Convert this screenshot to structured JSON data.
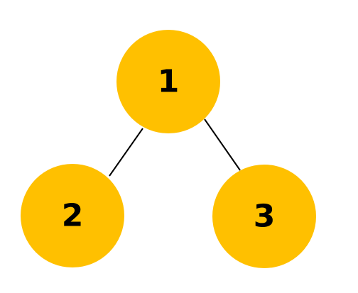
{
  "colors": {
    "background": "#ffffff",
    "node_fill": "#FFC000",
    "edge": "#000000",
    "label": "#000000"
  },
  "tree": {
    "nodes": [
      {
        "id": "1",
        "label": "1"
      },
      {
        "id": "2",
        "label": "2"
      },
      {
        "id": "3",
        "label": "3"
      }
    ],
    "edges": [
      {
        "from": "1",
        "to": "2"
      },
      {
        "from": "1",
        "to": "3"
      }
    ]
  }
}
